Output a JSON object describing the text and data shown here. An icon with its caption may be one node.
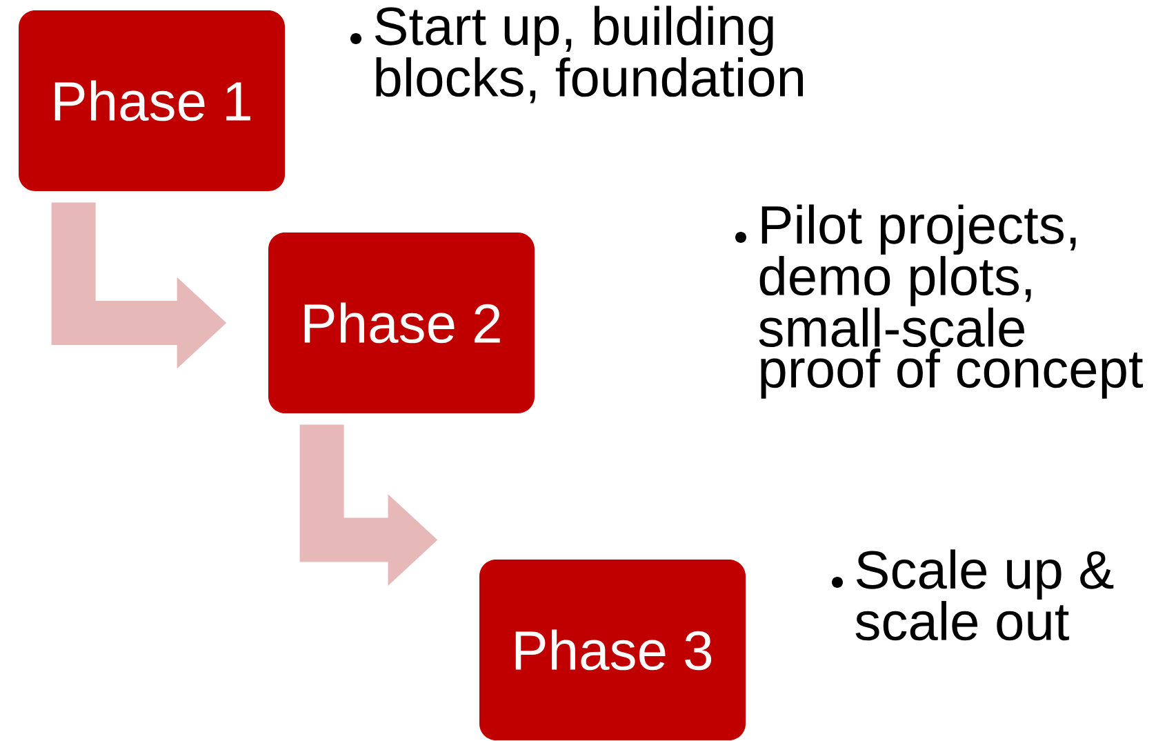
{
  "diagram": {
    "nodes": [
      {
        "text": [
          "Phase 1"
        ],
        "beside": [
          "Start up, building blocks, foundation"
        ]
      },
      {
        "text": [
          "Phase 2"
        ]
      },
      {
        "text": [
          "Phase 3"
        ],
        "beside": [
          "Scale up & scale out"
        ]
      }
    ],
    "edges": [
      {
        "from": 0,
        "to": 1,
        "arrow": "to"
      },
      {
        "from": 1,
        "to": 2,
        "arrow": "to"
      }
    ],
    "labels": [
      "Pilot projects, demo plots, small-scale proof of concept"
    ]
  }
}
